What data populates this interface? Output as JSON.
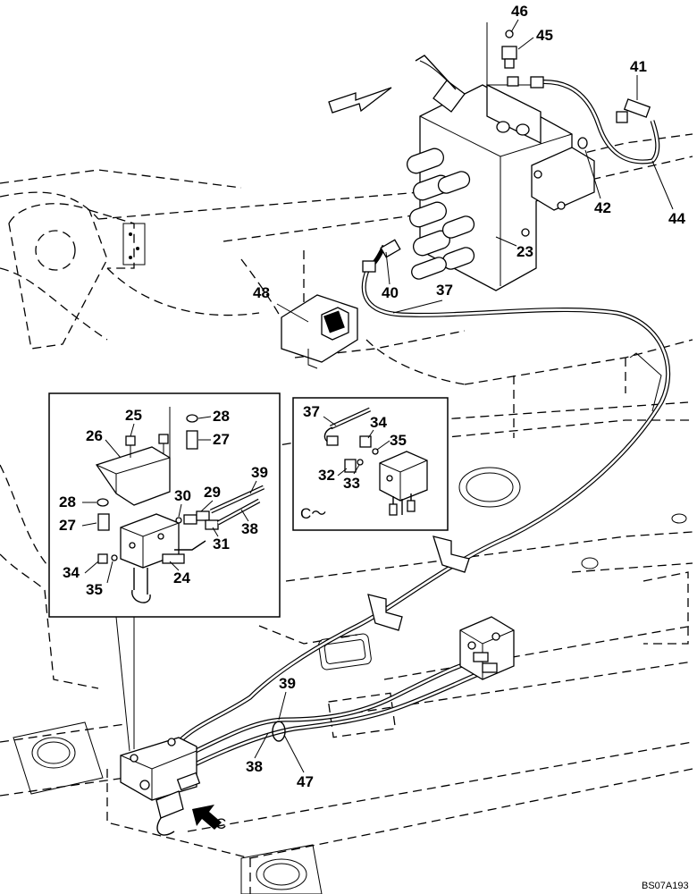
{
  "drawing": {
    "reference_code": "BS07A193",
    "view_marker": "C",
    "view_c_label": "C～"
  },
  "callouts": {
    "c46": "46",
    "c45": "45",
    "c41": "41",
    "c42": "42",
    "c44": "44",
    "c23": "23",
    "c40": "40",
    "c37": "37",
    "c48": "48",
    "c39": "39",
    "c38": "38",
    "c47": "47"
  },
  "detail_left": {
    "c25": "25",
    "c28a": "28",
    "c27a": "27",
    "c26": "26",
    "c28b": "28",
    "c27b": "27",
    "c30": "30",
    "c29": "29",
    "c39": "39",
    "c38": "38",
    "c31": "31",
    "c34": "34",
    "c35": "35",
    "c24": "24"
  },
  "detail_right": {
    "c37": "37",
    "c34": "34",
    "c35": "35",
    "c32": "32",
    "c33": "33"
  },
  "icons": [
    "direction-arrow-icon",
    "view-c-arrow-icon"
  ]
}
